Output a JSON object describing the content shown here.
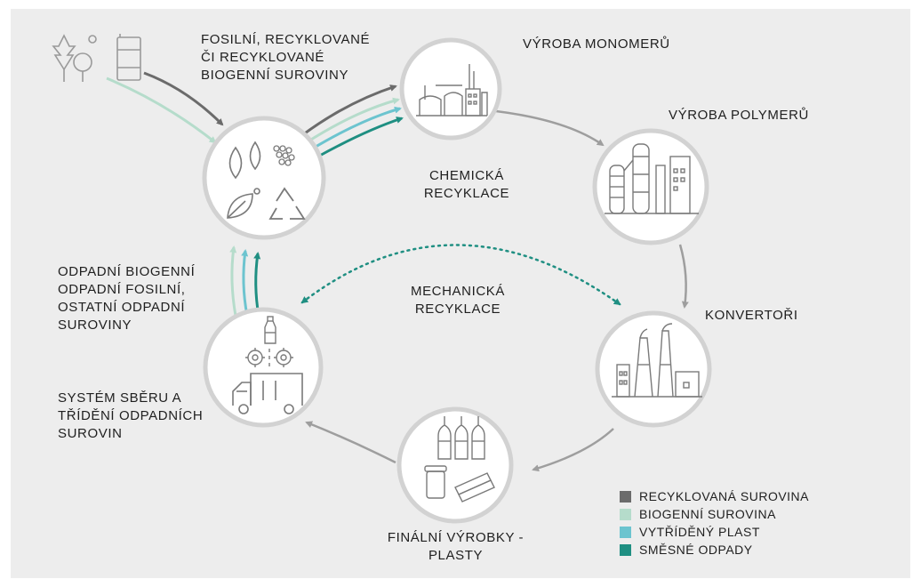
{
  "colors": {
    "recycled": "#6b6b6b",
    "biogenic": "#b5dccb",
    "sorted": "#6cc4cf",
    "mixed": "#1f8f82",
    "flow": "#9e9e9e",
    "panel": "#ededed",
    "icon": "#7a7a7a"
  },
  "labels": {
    "inputs": [
      "FOSILNÍ, RECYKLOVANÉ",
      "ČI RECYKLOVANÉ",
      "BIOGENNÍ SUROVINY"
    ],
    "monomers": "VÝROBA MONOMERŮ",
    "polymers": "VÝROBA POLYMERŮ",
    "chemical": [
      "CHEMICKÁ",
      "RECYKLACE"
    ],
    "mechanical": [
      "MECHANICKÁ",
      "RECYKLACE"
    ],
    "converters": "KONVERTOŘI",
    "final": [
      "FINÁLNÍ VÝROBKY -",
      "PLASTY"
    ],
    "collection": [
      "SYSTÉM SBĚRU A",
      "TŘÍDĚNÍ ODPADNÍCH",
      "SUROVIN"
    ],
    "waste": [
      "ODPADNÍ BIOGENNÍ",
      "ODPADNÍ FOSILNÍ,",
      "OSTATNÍ ODPADNÍ",
      "SUROVINY"
    ]
  },
  "legend": [
    {
      "label": "RECYKLOVANÁ SUROVINA",
      "color": "#6b6b6b"
    },
    {
      "label": "BIOGENNÍ SUROVINA",
      "color": "#b5dccb"
    },
    {
      "label": "VYTŘÍDĚNÝ PLAST",
      "color": "#6cc4cf"
    },
    {
      "label": "SMĚSNÉ ODPADY",
      "color": "#1f8f82"
    }
  ],
  "icons": {
    "inputs": [
      "trees-icon",
      "barrel-icon"
    ],
    "raw": [
      "droplets-icon",
      "granules-icon",
      "leaf-icon",
      "recycle-icon"
    ],
    "monomers": "chemical-plant-icon",
    "polymers": "polymer-plant-icon",
    "converters": "factory-chimneys-icon",
    "final": [
      "bottles-icon",
      "jar-icon",
      "pipes-icon"
    ],
    "collection": [
      "bottle-icon",
      "gears-icon",
      "garbage-truck-icon"
    ]
  }
}
